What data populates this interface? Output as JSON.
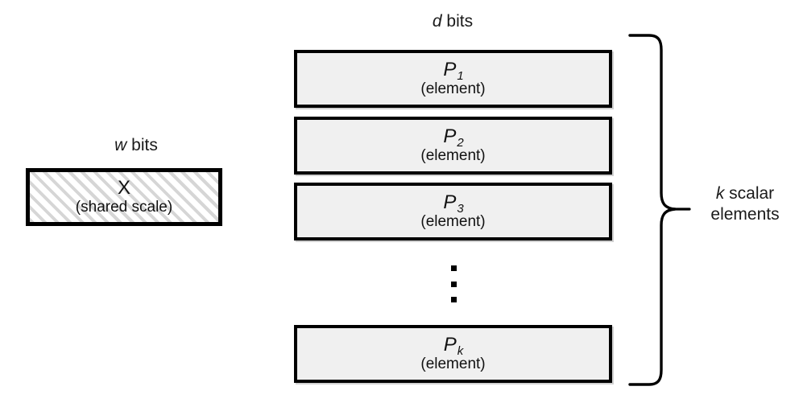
{
  "diagram": {
    "title_w_bits": "w bits",
    "title_d_bits": "d bits",
    "scale_box": {
      "symbol": "X",
      "caption": "(shared scale)",
      "width_label": "w bits",
      "fill_style": "diagonal-hatch",
      "fill_color": "#d6d6d6",
      "border_color": "#000000"
    },
    "element_boxes": [
      {
        "symbol": "P",
        "index": "1",
        "caption": "(element)"
      },
      {
        "symbol": "P",
        "index": "2",
        "caption": "(element)"
      },
      {
        "symbol": "P",
        "index": "3",
        "caption": "(element)"
      },
      {
        "symbol": "P",
        "index": "k",
        "caption": "(element)"
      }
    ],
    "ellipsis": "⋮",
    "brace_label_line1": "k scalar",
    "brace_label_line2": "elements",
    "colors": {
      "element_fill": "#f0f0f0",
      "stroke": "#000000",
      "text": "#111111",
      "hatch": "#d6d6d6",
      "background": "#ffffff"
    }
  }
}
